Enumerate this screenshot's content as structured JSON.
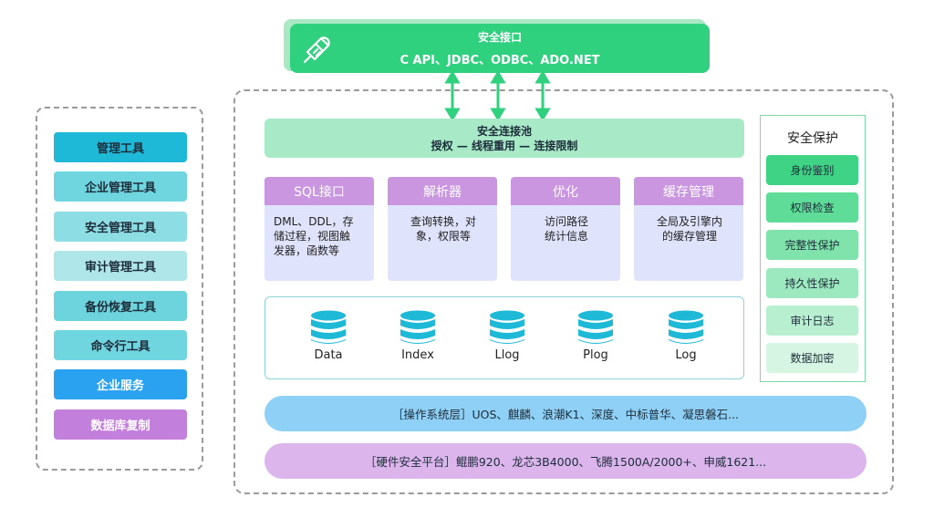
{
  "left_tools": {
    "items": [
      {
        "label": "管理工具",
        "color": "#1fb9d8"
      },
      {
        "label": "企业管理工具",
        "color": "#6fd5de"
      },
      {
        "label": "安全管理工具",
        "color": "#8ddde4"
      },
      {
        "label": "审计管理工具",
        "color": "#aee6e9"
      },
      {
        "label": "备份恢复工具",
        "color": "#6dd3dc"
      },
      {
        "label": "命令行工具",
        "color": "#6fd5de"
      },
      {
        "label": "企业服务",
        "color": "#2aa2f0"
      },
      {
        "label": "数据库复制",
        "color": "#c27fdc"
      }
    ]
  },
  "security_interface": {
    "title": "安全接口",
    "apis": "C API、JDBC、ODBC、ADO.NET",
    "icon": "plug-icon"
  },
  "connection_pool": {
    "title": "安全连接池",
    "features": "授权 — 线程重用 — 连接限制"
  },
  "modules": [
    {
      "title": "SQL接口",
      "desc_lines": [
        "DML、DDL，存",
        "储过程，视图触",
        "发器，函数等"
      ]
    },
    {
      "title": "解析器",
      "desc_lines": [
        "查询转换，对",
        "象，权限等"
      ]
    },
    {
      "title": "优化",
      "desc_lines": [
        "访问路径",
        "统计信息"
      ]
    },
    {
      "title": "缓存管理",
      "desc_lines": [
        "全局及引擎内",
        "的缓存管理"
      ]
    }
  ],
  "storage": {
    "items": [
      "Data",
      "Index",
      "Llog",
      "Plog",
      "Log"
    ],
    "icon": "database-icon",
    "icon_color": "#1fb9d8"
  },
  "os_layer": {
    "text": "［操作系统层］UOS、麒麟、浪潮K1、深度、中标普华、凝思磐石...",
    "color": "#8fd0f6"
  },
  "hardware_layer": {
    "text": "［硬件安全平台］鲲鹏920、龙芯3B4000、飞腾1500A/2000+、申威1621...",
    "color": "#dcb5ec"
  },
  "security_protection": {
    "title": "安全保护",
    "items": [
      {
        "label": "身份鉴别",
        "color": "#3fd485"
      },
      {
        "label": "权限检查",
        "color": "#5fdc98"
      },
      {
        "label": "完整性保护",
        "color": "#7fe3ab"
      },
      {
        "label": "持久性保护",
        "color": "#9de9bf"
      },
      {
        "label": "审计日志",
        "color": "#b9efd1"
      },
      {
        "label": "数据加密",
        "color": "#d6f5e3"
      }
    ]
  },
  "colors": {
    "interface_green": "#2fd07e",
    "pool_green": "#a8e9c8",
    "module_header": "#c996df",
    "module_body": "#dfe3fb"
  }
}
